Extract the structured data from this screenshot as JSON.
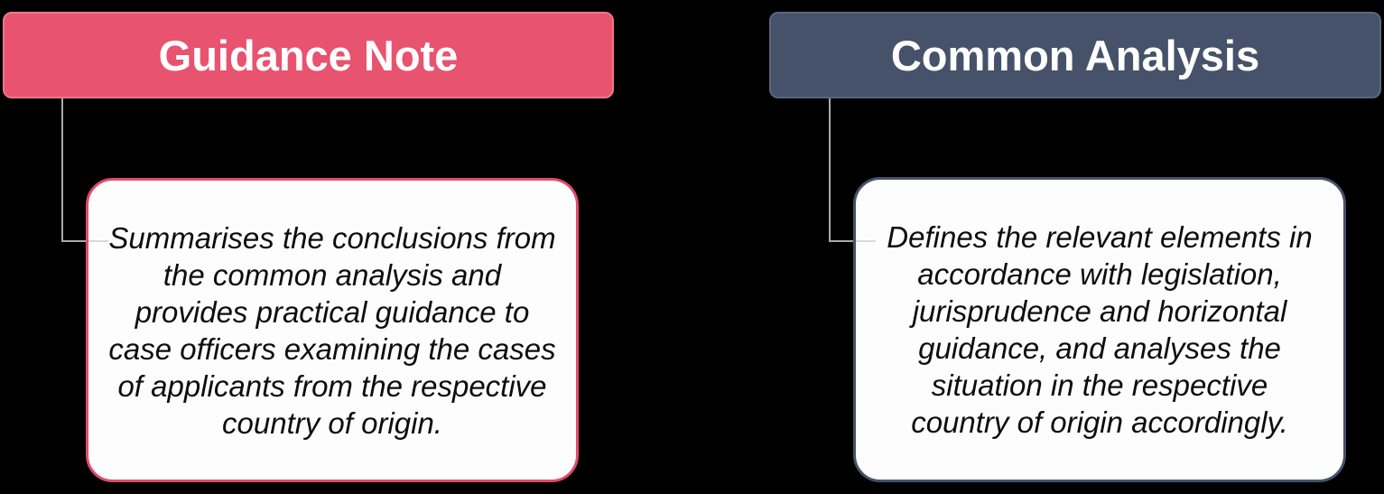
{
  "background_color": "#000000",
  "connector_color": "#a9a9a9",
  "columns": [
    {
      "header": {
        "label": "Guidance Note",
        "fill": "#e8536f",
        "border": "#f2758c",
        "text_color": "#ffffff"
      },
      "card": {
        "fill": "#fdfdfe",
        "border": "#e14a6d",
        "lines": [
          "Summarises the conclusions from",
          "the common analysis and",
          "provides practical guidance to",
          "case officers examining the cases",
          "of applicants from the respective",
          "country of origin."
        ]
      }
    },
    {
      "header": {
        "label": "Common Analysis",
        "fill": "#46526a",
        "border": "#5a677e",
        "text_color": "#ffffff"
      },
      "card": {
        "fill": "#fdfdfe",
        "border": "#46526a",
        "lines": [
          "Defines the relevant elements in",
          "accordance with legislation,",
          "jurisprudence and horizontal",
          "guidance, and analyses the",
          "situation in the respective",
          "country of origin accordingly."
        ]
      }
    }
  ]
}
